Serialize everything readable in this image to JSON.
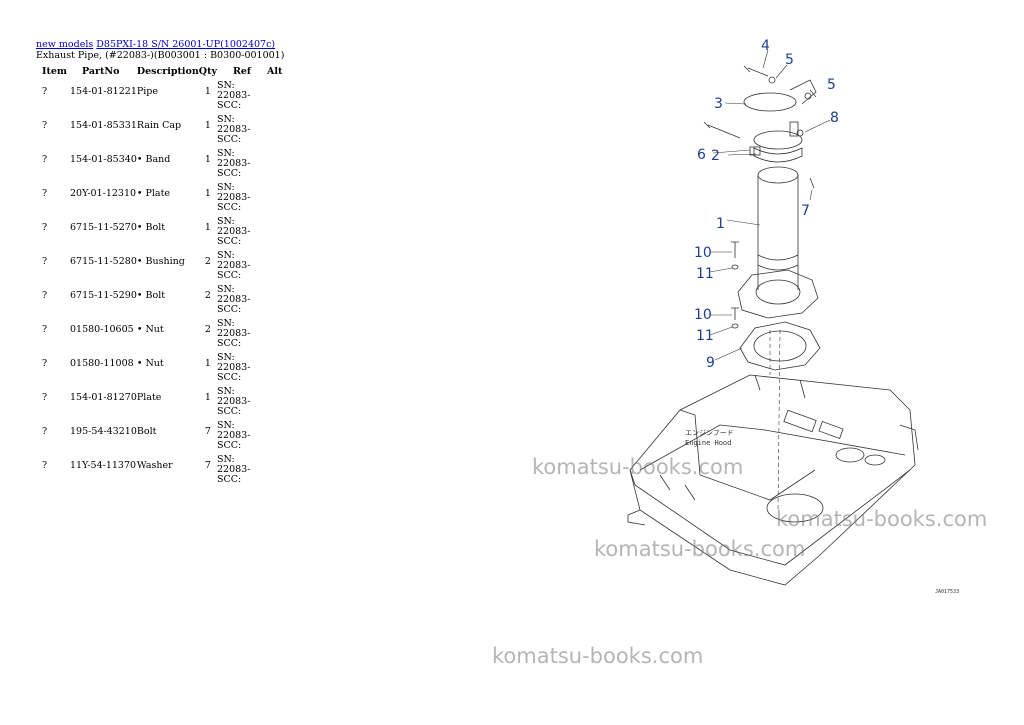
{
  "breadcrumb": {
    "link1": "new models",
    "link2": "D85PXI-18 S/N 26001-UP(1002407c)"
  },
  "subtitle": "Exhaust Pipe, (#22083-)(B003001 : B0300-001001)",
  "table": {
    "headers": [
      "Item",
      "PartNo",
      "Description",
      "Qty",
      "Ref",
      "Alt"
    ],
    "rows": [
      {
        "item": "?",
        "partno": "154-01-81221",
        "desc": "Pipe",
        "qty": "1",
        "ref": "SN: 22083-SCC:"
      },
      {
        "item": "?",
        "partno": "154-01-85331",
        "desc": "Rain Cap",
        "qty": "1",
        "ref": "SN: 22083-SCC:"
      },
      {
        "item": "?",
        "partno": "154-01-85340",
        "desc": "• Band",
        "qty": "1",
        "ref": "SN: 22083-SCC:"
      },
      {
        "item": "?",
        "partno": "20Y-01-12310",
        "desc": "• Plate",
        "qty": "1",
        "ref": "SN: 22083-SCC:"
      },
      {
        "item": "?",
        "partno": "6715-11-5270",
        "desc": "• Bolt",
        "qty": "1",
        "ref": "SN: 22083-SCC:"
      },
      {
        "item": "?",
        "partno": "6715-11-5280",
        "desc": "• Bushing",
        "qty": "2",
        "ref": "SN: 22083-SCC:"
      },
      {
        "item": "?",
        "partno": "6715-11-5290",
        "desc": "• Bolt",
        "qty": "2",
        "ref": "SN: 22083-SCC:"
      },
      {
        "item": "?",
        "partno": "01580-10605",
        "desc": " • Nut",
        "qty": "2",
        "ref": "SN: 22083-SCC:"
      },
      {
        "item": "?",
        "partno": "01580-11008",
        "desc": " • Nut",
        "qty": "1",
        "ref": "SN: 22083-SCC:"
      },
      {
        "item": "?",
        "partno": "154-01-81270",
        "desc": "Plate",
        "qty": "1",
        "ref": "SN: 22083-SCC:"
      },
      {
        "item": "?",
        "partno": "195-54-43210",
        "desc": "Bolt",
        "qty": "7",
        "ref": "SN: 22083-SCC:"
      },
      {
        "item": "?",
        "partno": "11Y-54-11370",
        "desc": "Washer",
        "qty": "7",
        "ref": "SN: 22083-SCC:"
      }
    ]
  },
  "diagram": {
    "callouts": [
      "4",
      "5",
      "5",
      "3",
      "8",
      "6",
      "2",
      "7",
      "1",
      "10",
      "11",
      "10",
      "11",
      "9"
    ],
    "label_jp": "エンジンフード",
    "label_en": "Engine Hood",
    "code": "JA017533"
  },
  "watermark": "komatsu-books.com",
  "colors": {
    "link": "#0000cc",
    "callout": "#1d3f8f",
    "watermark": "#787878"
  }
}
